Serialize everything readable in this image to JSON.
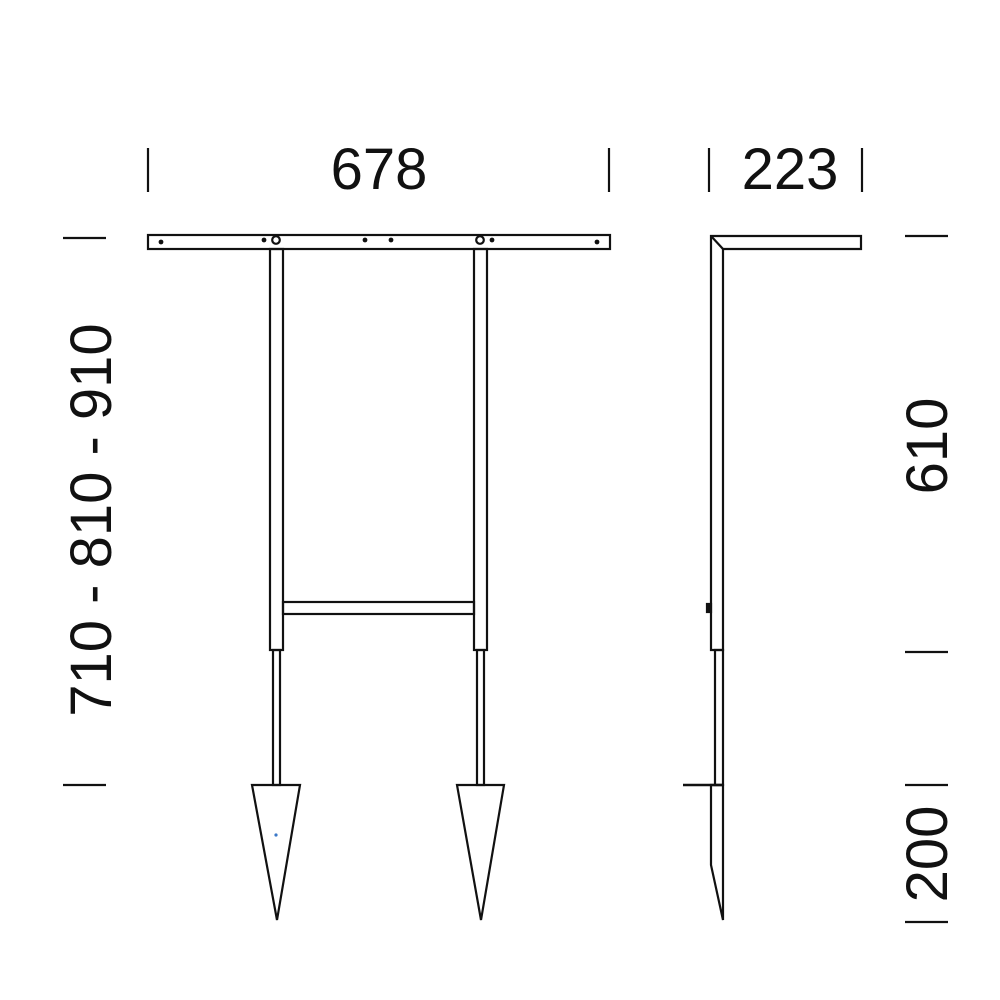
{
  "dimensions": {
    "front_width": "678",
    "side_depth": "223",
    "total_height": "710 - 810 - 910",
    "above_ground_height": "610",
    "spike_depth": "200"
  },
  "colors": {
    "stroke": "#111111",
    "background": "#ffffff",
    "marker": "#3a78c8"
  }
}
